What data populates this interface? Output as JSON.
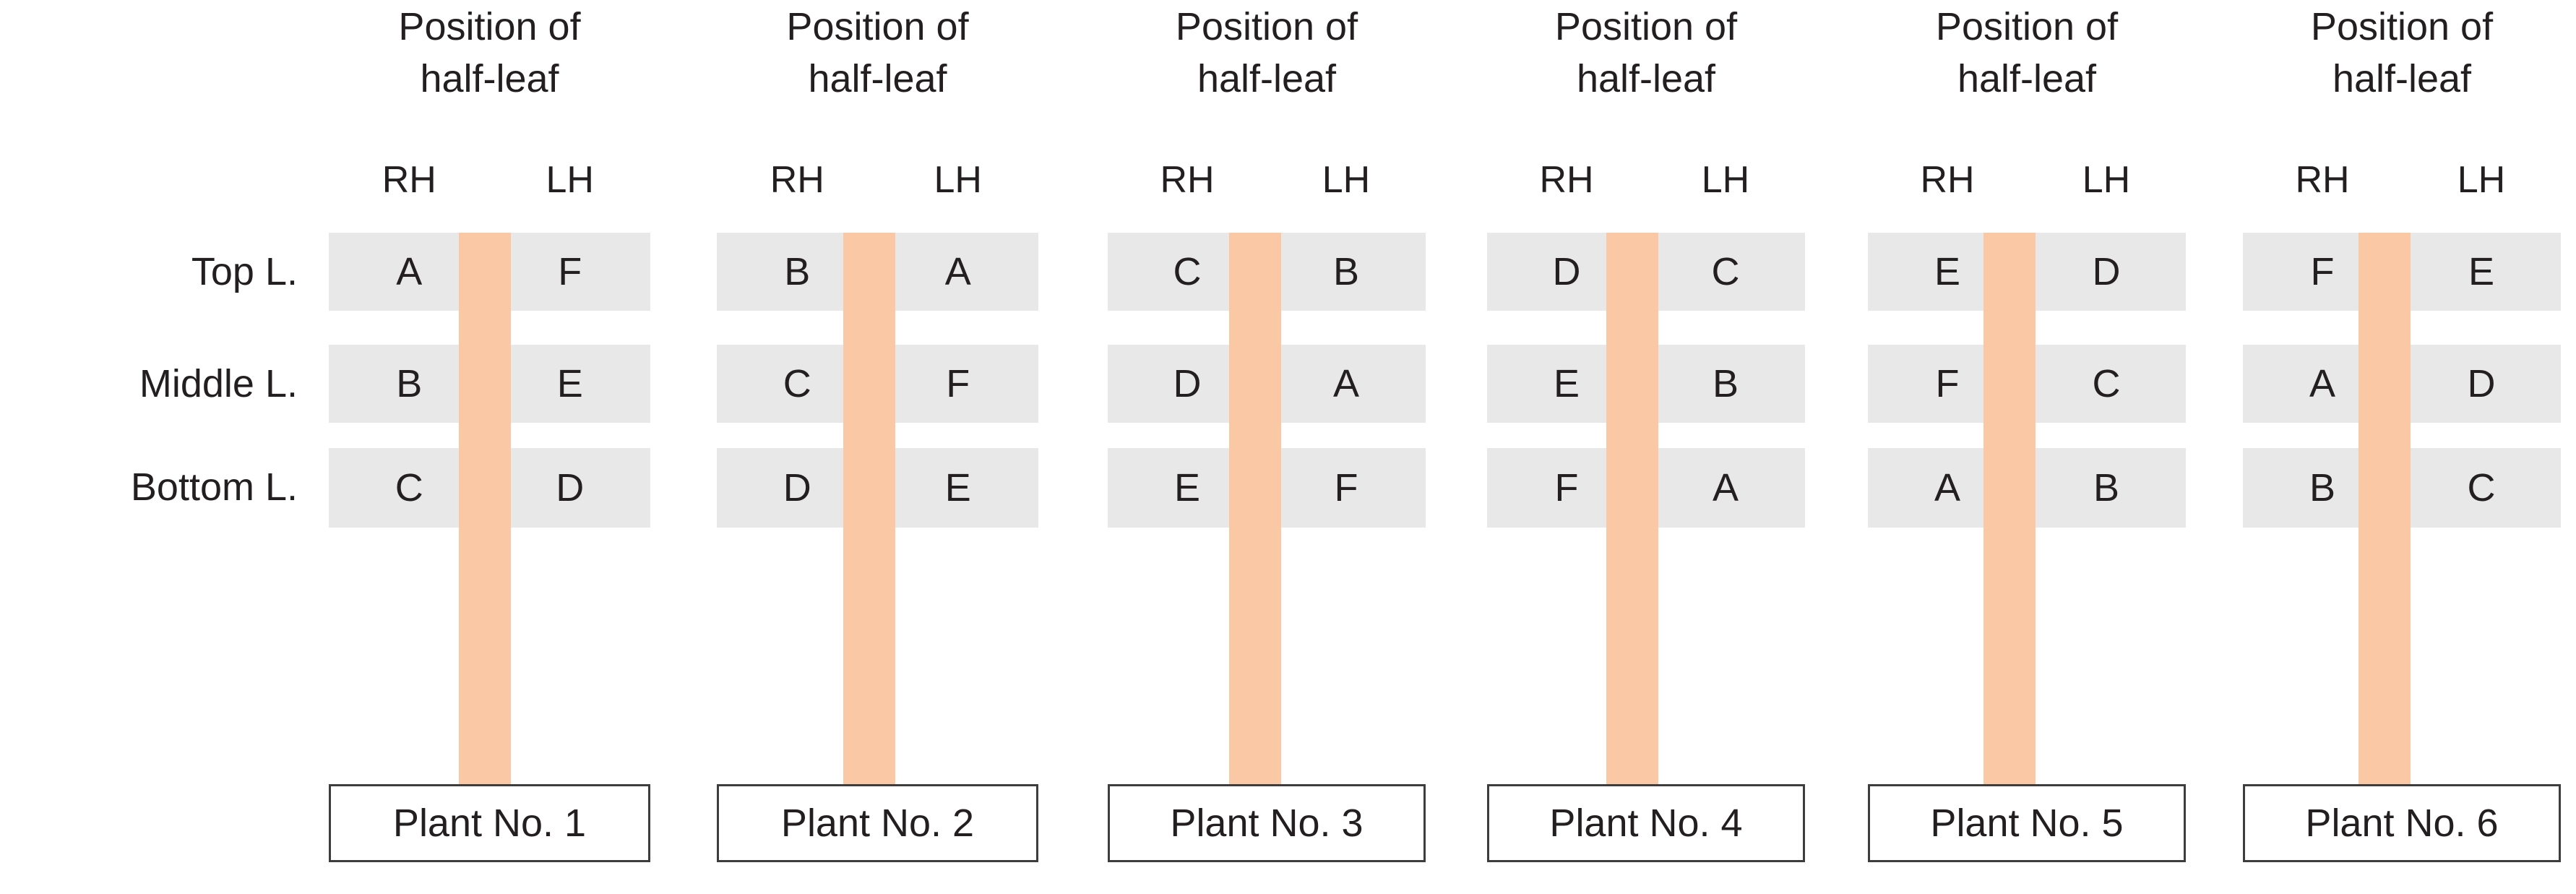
{
  "figure": {
    "type": "experimental-layout-diagram",
    "row_labels": [
      "Top L.",
      "Middle L.",
      "Bottom L."
    ],
    "column_header": "Position of\nhalf-leaf",
    "hand_labels": [
      "RH",
      "LH"
    ],
    "colors": {
      "cell_background": "#e8e8e8",
      "stripe": "#fac8a5",
      "box_border": "#3d3d3d",
      "text": "#231f20",
      "page_background": "#ffffff"
    },
    "blocks": [
      {
        "plant_label": "Plant No. 1",
        "header": "Position of\nhalf-leaf",
        "hands": [
          "RH",
          "LH"
        ],
        "rows": [
          {
            "level": "Top L.",
            "RH": "A",
            "LH": "F"
          },
          {
            "level": "Middle L.",
            "RH": "B",
            "LH": "E"
          },
          {
            "level": "Bottom L.",
            "RH": "C",
            "LH": "D"
          }
        ]
      },
      {
        "plant_label": "Plant No. 2",
        "header": "Position of\nhalf-leaf",
        "hands": [
          "RH",
          "LH"
        ],
        "rows": [
          {
            "level": "Top L.",
            "RH": "B",
            "LH": "A"
          },
          {
            "level": "Middle L.",
            "RH": "C",
            "LH": "F"
          },
          {
            "level": "Bottom L.",
            "RH": "D",
            "LH": "E"
          }
        ]
      },
      {
        "plant_label": "Plant No. 3",
        "header": "Position of\nhalf-leaf",
        "hands": [
          "RH",
          "LH"
        ],
        "rows": [
          {
            "level": "Top L.",
            "RH": "C",
            "LH": "B"
          },
          {
            "level": "Middle L.",
            "RH": "D",
            "LH": "A"
          },
          {
            "level": "Bottom L.",
            "RH": "E",
            "LH": "F"
          }
        ]
      },
      {
        "plant_label": "Plant No. 4",
        "header": "Position of\nhalf-leaf",
        "hands": [
          "RH",
          "LH"
        ],
        "rows": [
          {
            "level": "Top L.",
            "RH": "D",
            "LH": "C"
          },
          {
            "level": "Middle L.",
            "RH": "E",
            "LH": "B"
          },
          {
            "level": "Bottom L.",
            "RH": "F",
            "LH": "A"
          }
        ]
      },
      {
        "plant_label": "Plant No. 5",
        "header": "Position of\nhalf-leaf",
        "hands": [
          "RH",
          "LH"
        ],
        "rows": [
          {
            "level": "Top L.",
            "RH": "E",
            "LH": "D"
          },
          {
            "level": "Middle L.",
            "RH": "F",
            "LH": "C"
          },
          {
            "level": "Bottom L.",
            "RH": "A",
            "LH": "B"
          }
        ]
      },
      {
        "plant_label": "Plant No. 6",
        "header": "Position of\nhalf-leaf",
        "hands": [
          "RH",
          "LH"
        ],
        "rows": [
          {
            "level": "Top L.",
            "RH": "F",
            "LH": "E"
          },
          {
            "level": "Middle L.",
            "RH": "A",
            "LH": "D"
          },
          {
            "level": "Bottom L.",
            "RH": "B",
            "LH": "C"
          }
        ]
      }
    ]
  }
}
